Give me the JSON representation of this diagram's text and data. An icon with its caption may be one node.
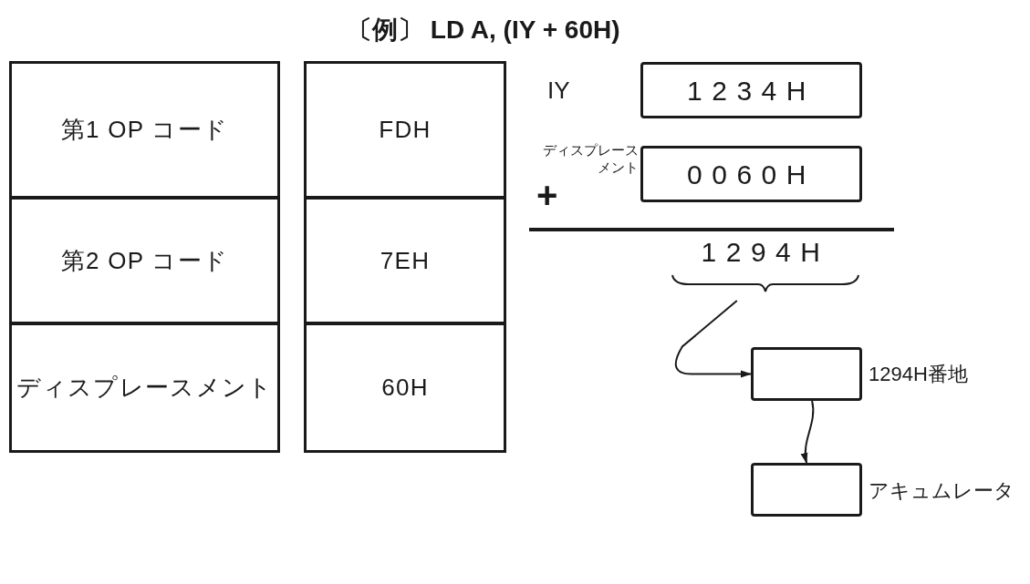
{
  "diagram": {
    "title": "〔例〕 LD A, (IY + 60H)",
    "nodes": [
      {
        "text": [
          "第1 OP コード"
        ]
      },
      {
        "text": [
          "第2 OP コード"
        ]
      },
      {
        "text": [
          "ディスプレースメント"
        ]
      },
      {
        "text": [
          "FDH"
        ]
      },
      {
        "text": [
          "7EH"
        ]
      },
      {
        "text": [
          "60H"
        ]
      },
      {
        "text": [
          "1234H"
        ],
        "beside": [
          "IY"
        ]
      },
      {
        "text": [
          "0060H"
        ],
        "beside": [
          "ディスプレースメント"
        ]
      },
      {
        "text": [
          "1294H"
        ]
      },
      {
        "text": [],
        "shape": "box",
        "beside": [
          "1294H番地"
        ]
      },
      {
        "text": [],
        "shape": "box",
        "beside": [
          "アキュムレータ"
        ]
      }
    ],
    "edges": [
      {
        "from": 8,
        "to": 9,
        "arrow": "to"
      },
      {
        "from": 9,
        "to": 10,
        "arrow": "to"
      }
    ],
    "labels": [
      "+"
    ]
  }
}
